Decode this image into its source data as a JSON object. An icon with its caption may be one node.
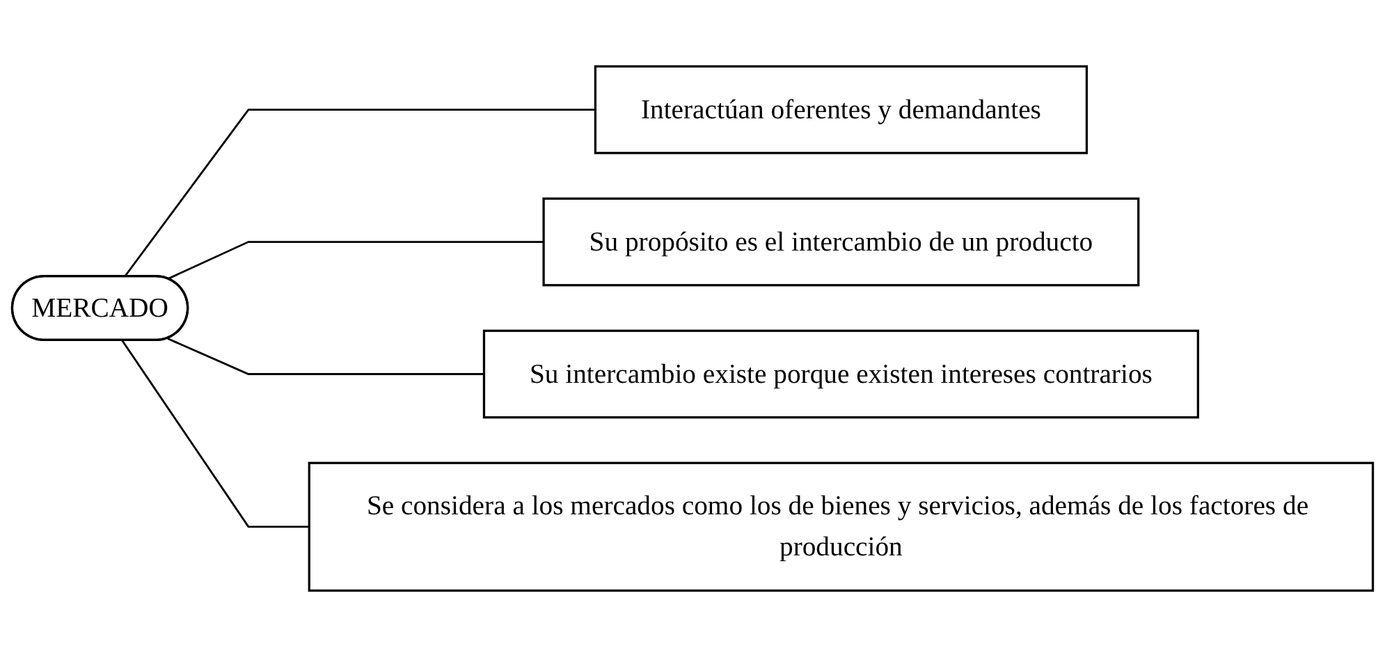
{
  "diagram": {
    "nodes": [
      {
        "text": [
          "MERCADO"
        ]
      },
      {
        "text": [
          "Interactúan oferentes y demandantes"
        ]
      },
      {
        "text": [
          "Su propósito es el intercambio de un producto"
        ]
      },
      {
        "text": [
          "Su intercambio existe porque existen intereses contrarios"
        ]
      },
      {
        "text": [
          "Se considera a los mercados como los de bienes y servicios, además de los factores de producción"
        ]
      }
    ],
    "edges": [
      {
        "from": 0,
        "to": 1,
        "arrow": "none"
      },
      {
        "from": 0,
        "to": 2,
        "arrow": "none"
      },
      {
        "from": 0,
        "to": 3,
        "arrow": "none"
      },
      {
        "from": 0,
        "to": 4,
        "arrow": "none"
      }
    ]
  }
}
